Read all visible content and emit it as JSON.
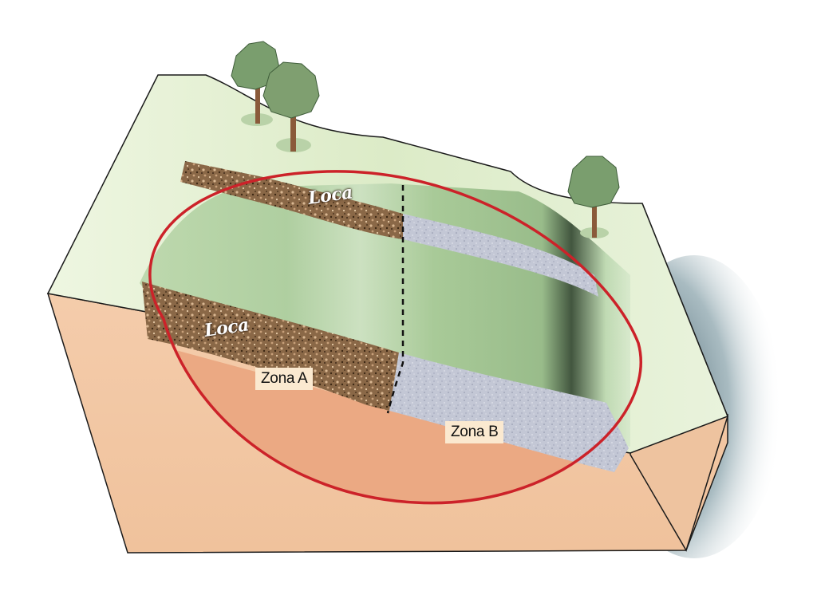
{
  "labels": {
    "zone_a": "Zona A",
    "zone_b": "Zona B",
    "brand_top": "Loca",
    "brand_bottom": "Loca"
  },
  "colors": {
    "ground_top": "#e6f1d5",
    "slope_green": "#9fc48f",
    "soil_front": "#f2c7a3",
    "soil_inner": "#eaa87f",
    "dark_layer": "#8a6847",
    "gray_layer": "#c5c9d6",
    "boundary": "#cc2229",
    "tree_foliage": "#7a9e6e",
    "tree_trunk": "#8a5a3a"
  }
}
